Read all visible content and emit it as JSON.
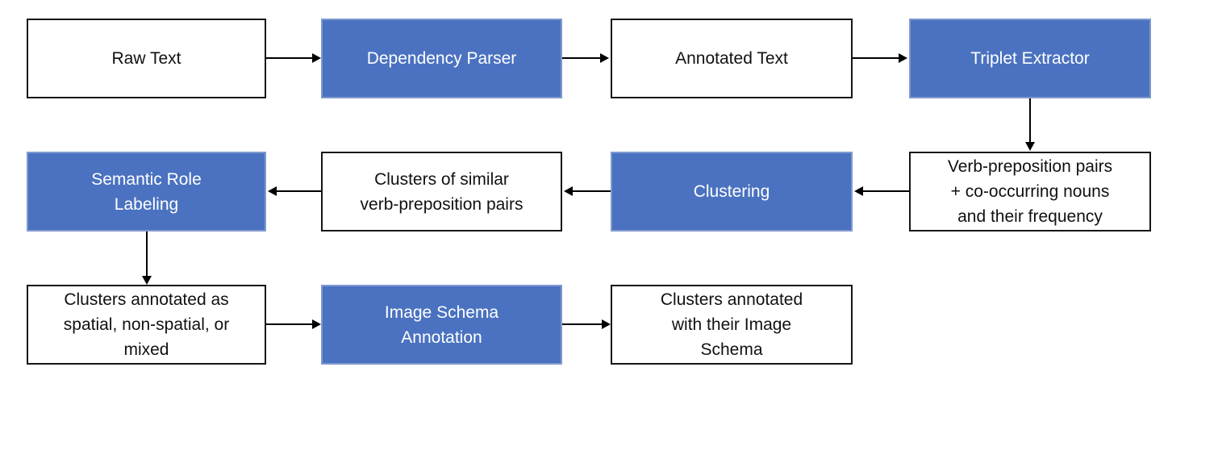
{
  "diagram": {
    "type": "flowchart",
    "colors": {
      "node_fill": "#4A72C0",
      "node_border": "#8099CF",
      "node_text": "#FFFFFF",
      "box_border": "#161616",
      "arrow": "#000000",
      "background": "#FFFFFF"
    },
    "nodes": [
      {
        "id": "raw-text",
        "kind": "data",
        "label": "Raw Text"
      },
      {
        "id": "dependency-parser",
        "kind": "process",
        "label": "Dependency Parser"
      },
      {
        "id": "annotated-text",
        "kind": "data",
        "label": "Annotated Text"
      },
      {
        "id": "triplet-extractor",
        "kind": "process",
        "label": "Triplet Extractor"
      },
      {
        "id": "verb-preposition-pairs",
        "kind": "data",
        "label": "Verb-preposition pairs\n+ co-occurring nouns\nand their frequency"
      },
      {
        "id": "clustering",
        "kind": "process",
        "label": "Clustering"
      },
      {
        "id": "clusters-of-similar-pairs",
        "kind": "data",
        "label": "Clusters of similar\nverb-preposition pairs"
      },
      {
        "id": "semantic-role-labeling",
        "kind": "process",
        "label": "Semantic Role\nLabeling"
      },
      {
        "id": "clusters-annotated-spatiality",
        "kind": "data",
        "label": "Clusters annotated as\nspatial, non-spatial, or\nmixed"
      },
      {
        "id": "image-schema-annotation",
        "kind": "process",
        "label": "Image Schema\nAnnotation"
      },
      {
        "id": "clusters-with-image-schema",
        "kind": "data",
        "label": "Clusters annotated\nwith their Image\nSchema"
      }
    ],
    "edges": [
      {
        "from": "raw-text",
        "to": "dependency-parser"
      },
      {
        "from": "dependency-parser",
        "to": "annotated-text"
      },
      {
        "from": "annotated-text",
        "to": "triplet-extractor"
      },
      {
        "from": "triplet-extractor",
        "to": "verb-preposition-pairs"
      },
      {
        "from": "verb-preposition-pairs",
        "to": "clustering"
      },
      {
        "from": "clustering",
        "to": "clusters-of-similar-pairs"
      },
      {
        "from": "clusters-of-similar-pairs",
        "to": "semantic-role-labeling"
      },
      {
        "from": "semantic-role-labeling",
        "to": "clusters-annotated-spatiality"
      },
      {
        "from": "clusters-annotated-spatiality",
        "to": "image-schema-annotation"
      },
      {
        "from": "image-schema-annotation",
        "to": "clusters-with-image-schema"
      }
    ]
  }
}
